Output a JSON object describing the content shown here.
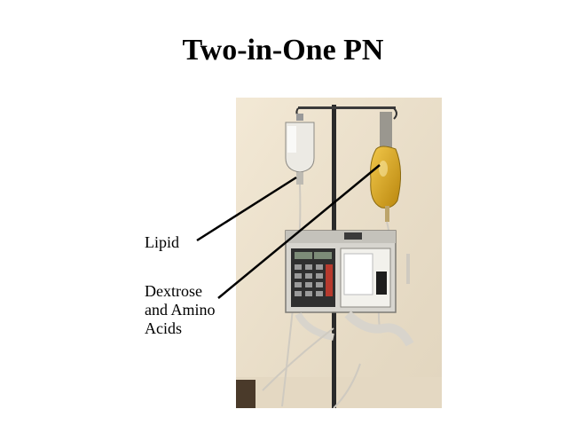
{
  "slide": {
    "title": "Two-in-One PN"
  },
  "labels": {
    "lipid": "Lipid",
    "dextrose_line1": "Dextrose",
    "dextrose_line2": "and Amino",
    "dextrose_line3": "Acids"
  },
  "colors": {
    "background": "#ffffff",
    "photo_wall": "#efe4cf",
    "lipid_bag": "#eae7e0",
    "dextrose_bag": "#d9a520",
    "pump_body": "#d7d5cf",
    "pump_panel": "#2f2f2f",
    "pointer_line": "#000000"
  }
}
